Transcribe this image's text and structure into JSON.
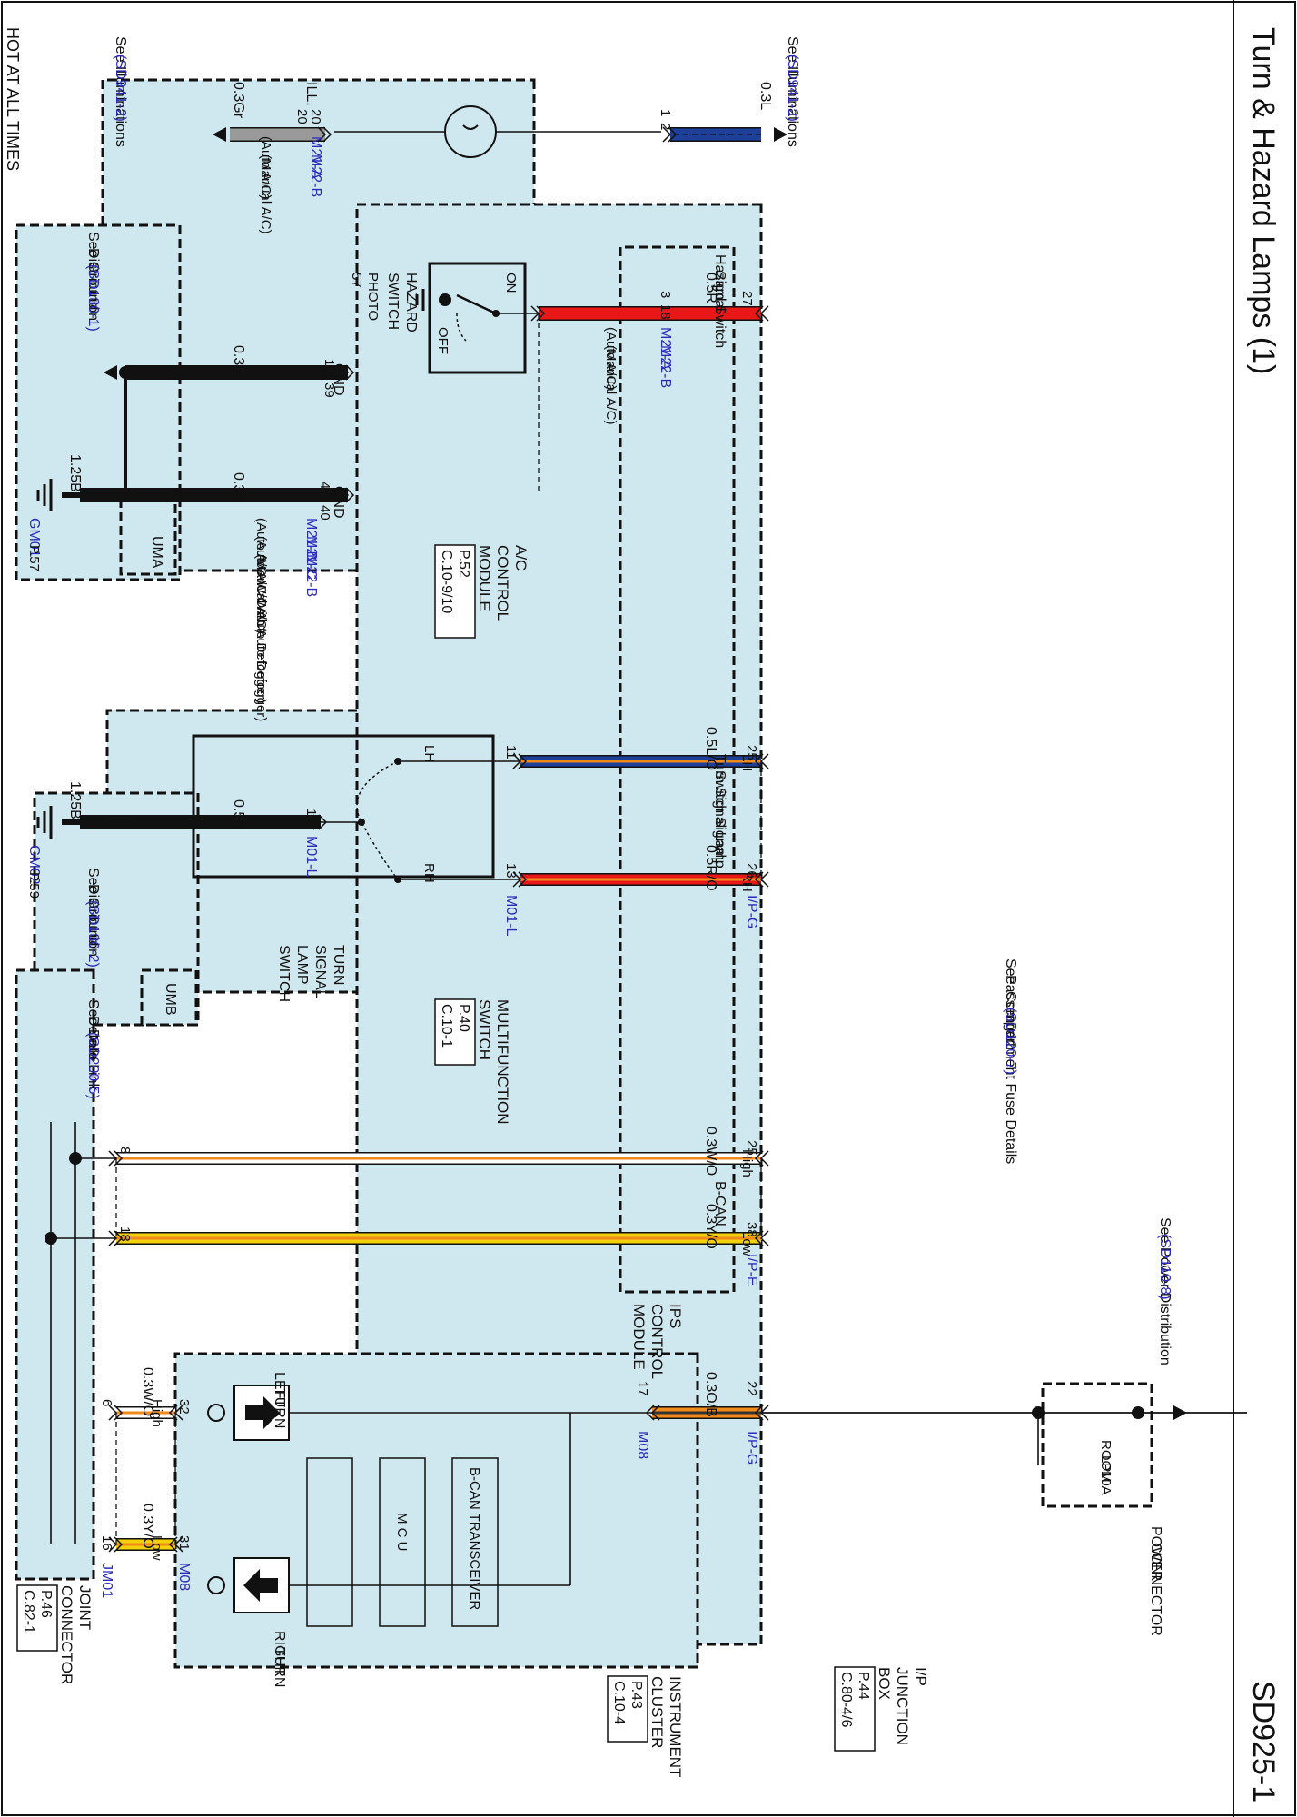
{
  "header": {
    "title": "Turn & Hazard Lamps (1)",
    "code": "SD925-1"
  },
  "hot": "HOT AT ALL TIMES",
  "ac_module": {
    "name": [
      "A/C",
      "CONTROL",
      "MODULE"
    ],
    "ref": [
      "P.52",
      "C.10-9/10"
    ],
    "ill": "ILL.",
    "hazard_switch": {
      "label": [
        "HAZARD",
        "SWITCH"
      ],
      "photo": [
        "PHOTO",
        "57"
      ],
      "on": "ON",
      "off": "OFF"
    },
    "gnd1": "GND",
    "gnd2": "GND"
  },
  "ill_left": {
    "see": "See Illuminations",
    "ref": "(SD941-2)",
    "wire": "0.3Gr",
    "pins": [
      "20",
      "20"
    ],
    "conn1": "M21-A",
    "conn1_note": "(Auto A/C)",
    "conn2": "M22-B",
    "conn2_note": "(Manual A/C)"
  },
  "ill_right": {
    "see": "See Illuminations",
    "ref": "(SD941-2)",
    "wire": "0.3L",
    "pins": [
      "1",
      "2"
    ]
  },
  "hazard_signal": {
    "pins": [
      "3",
      "18"
    ],
    "wire": "0.5R",
    "conn1": "M21-A",
    "conn1_note": "(Auto A/C)",
    "conn2": "M22-B",
    "conn2_note": "(Manual A/C)",
    "ips_pin": "27"
  },
  "ground_a": {
    "see": "See Ground",
    "dist": "Distribution",
    "ref": "(SD130-1)",
    "box": "UMA",
    "wire1": "0.3B",
    "wire2": "0.3B",
    "wire3": "1.25B",
    "pins1": [
      "1",
      "1",
      "39"
    ],
    "pins2": [
      "4",
      "9",
      "40"
    ],
    "gm": "GM01",
    "gm_ref": "P.57",
    "c1": "M21-B",
    "c1n": "(Auto A/C-W/O Auto Defogger)",
    "c2": "M21-C",
    "c2n": "(Auto A/C-With Auto Defogger)",
    "c3": "M22-B",
    "c3n": "(Manual A/C)"
  },
  "multifunction": {
    "name": [
      "MULTIFUNCTION",
      "SWITCH"
    ],
    "ref": [
      "P.40",
      "C.10-1"
    ],
    "switch": [
      "TURN",
      "SIGNAL",
      "LAMP",
      "SWITCH"
    ],
    "lh": "LH",
    "rh": "RH",
    "pin_gnd": "12",
    "conn": "M01-L",
    "pin_lh": "11",
    "pin_rh": "13",
    "conn_r": "M01-L",
    "wire_lh": "0.5L/O",
    "wire_rh": "0.5R/O",
    "wire_gnd": "0.5B"
  },
  "ground_b": {
    "see": "See Ground",
    "dist": "Distribution",
    "ref": "(SD130-2)",
    "box": "UMB",
    "wire": "1.25B",
    "gm": "GM02",
    "gm_ref": "P.59"
  },
  "ips": {
    "name": [
      "IPS",
      "CONTROL",
      "MODULE"
    ],
    "hazard": [
      "Hazard Switch",
      "Signal"
    ],
    "turn": [
      "Turn Signal Lamp",
      "Switch Signal"
    ],
    "lh": "LH",
    "rh": "RH",
    "pin_lh": "25",
    "pin_rh": "26",
    "conn": "I/P-G",
    "bcan": "B-CAN",
    "high": "High",
    "low": "Low",
    "pin_high": "25",
    "pin_low": "38",
    "conn_can": "I/P-E"
  },
  "can": {
    "wire_high": "0.3W/O",
    "wire_low": "0.3Y/O",
    "jc_high": "8",
    "jc_low": "18"
  },
  "junction": {
    "name": [
      "I/P",
      "JUNCTION",
      "BOX"
    ],
    "ref": [
      "P.44",
      "C.80-4/6"
    ],
    "power": [
      "POWER",
      "CONNECTOR"
    ],
    "fuse": [
      "ROOM",
      "LP",
      "10A"
    ],
    "see_power": "See Power Distribution",
    "power_ref": "(SD110-8)",
    "see_pass": [
      "See",
      "Passenger",
      "Compartment Fuse Details"
    ],
    "pass_ref": "(SD120-7)"
  },
  "cluster_feed": {
    "pin_ips": "22",
    "conn_ips": "I/P-G",
    "wire": "0.3O/B",
    "pin_cl": "17",
    "conn_cl": "M08"
  },
  "cluster": {
    "name": [
      "INSTRUMENT",
      "CLUSTER"
    ],
    "ref": [
      "P.43",
      "C.10-4"
    ],
    "transceiver": "B-CAN TRANSCEIVER",
    "mcu": "M C U",
    "left": [
      "LEFT",
      "TURN"
    ],
    "right": [
      "RIGHT",
      "TURN"
    ],
    "high": "High",
    "low": "Low",
    "pin_high": "32",
    "pin_low": "31",
    "conn": "M08",
    "wire_high": "0.3W/O",
    "wire_low": "0.3Y/O"
  },
  "joint": {
    "name": [
      "JOINT",
      "CONNECTOR"
    ],
    "ref": [
      "P.46",
      "C.82-1"
    ],
    "see": [
      "See Data Link",
      "Details"
    ],
    "ref2": "(SD200-5)",
    "pin_high": "6",
    "pin_low": "16",
    "conn": "JM01"
  },
  "colors": {
    "gray": "#9a9a9a",
    "blue": "#1e3f9a",
    "red": "#e81818",
    "black": "#111111",
    "orange": "#f08a1a",
    "yellow": "#f2d00a",
    "module": "#cfe7ee"
  }
}
